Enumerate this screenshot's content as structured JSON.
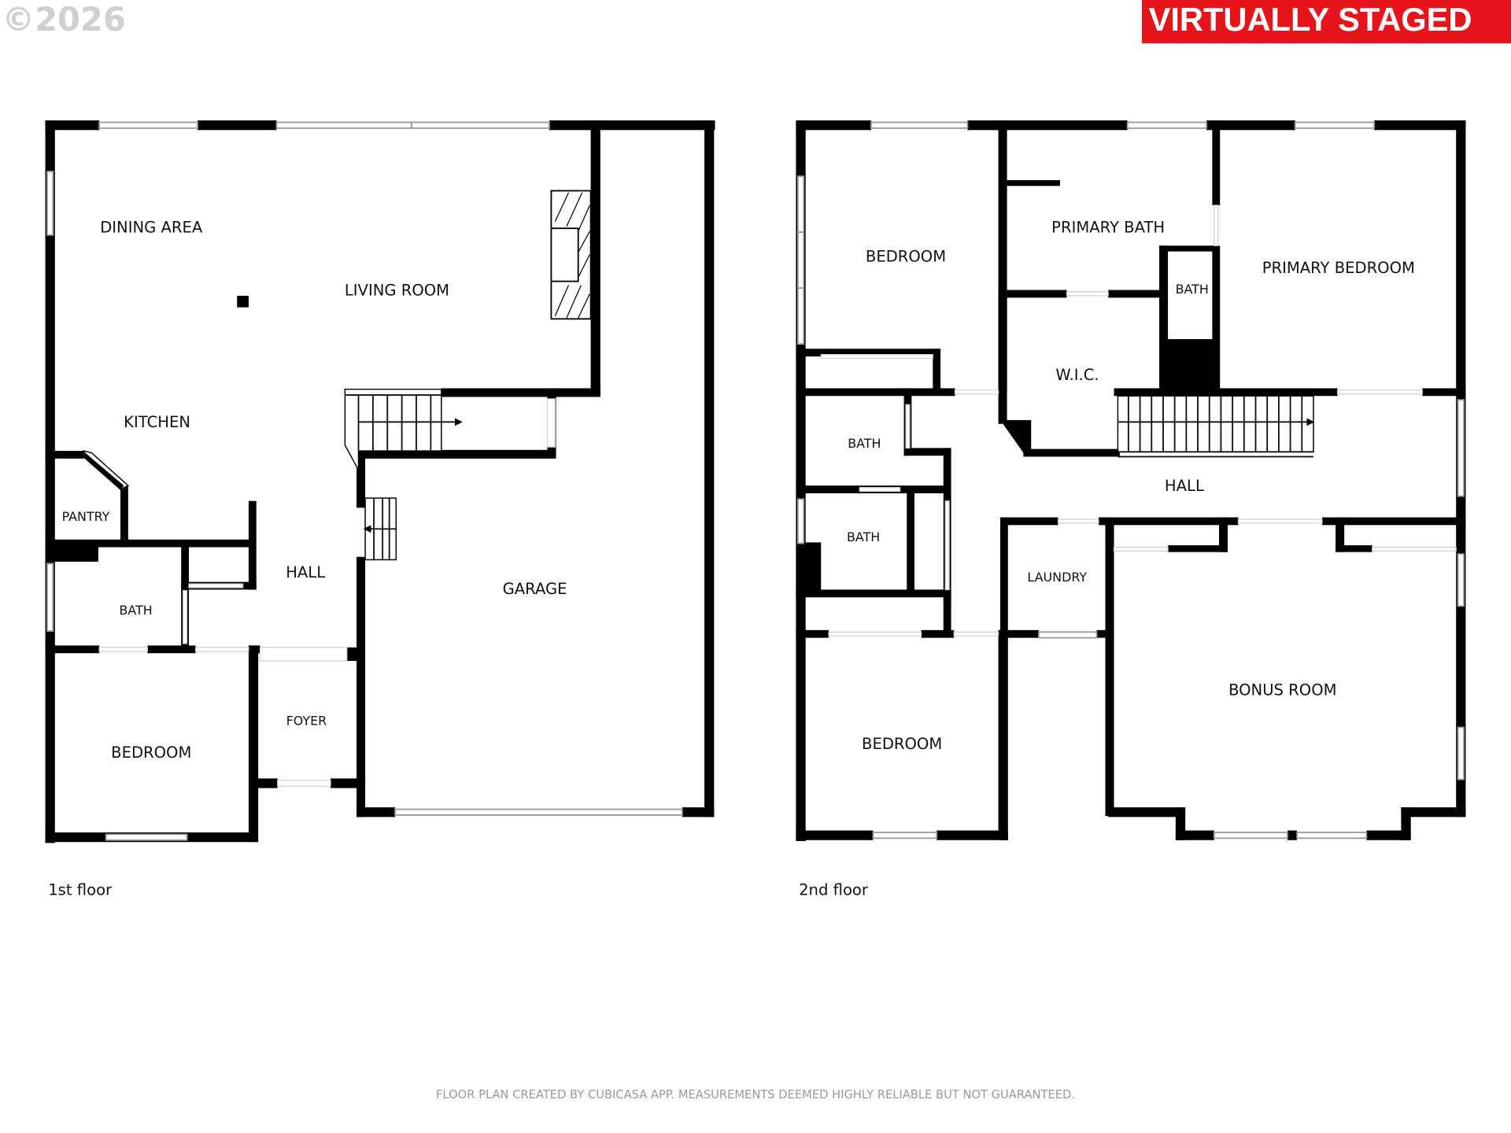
{
  "watermark": {
    "copyright": "©2026"
  },
  "badge": {
    "text": "VIRTUALLY STAGED",
    "color": "#e8141b"
  },
  "floor1": {
    "label": "1st floor",
    "rooms": {
      "dining": "DINING AREA",
      "living": "LIVING ROOM",
      "kitchen": "KITCHEN",
      "pantry": "PANTRY",
      "hall": "HALL",
      "garage": "GARAGE",
      "bath": "BATH",
      "foyer": "FOYER",
      "bedroom": "BEDROOM"
    }
  },
  "floor2": {
    "label": "2nd floor",
    "rooms": {
      "bedroom_nw": "BEDROOM",
      "primary_bath": "PRIMARY BATH",
      "primary_bedroom": "PRIMARY BEDROOM",
      "bath_small": "BATH",
      "wic": "W.I.C.",
      "bath_1": "BATH",
      "hall": "HALL",
      "bath_2": "BATH",
      "laundry": "LAUNDRY",
      "bonus": "BONUS ROOM",
      "bedroom_sw": "BEDROOM"
    }
  },
  "footer": {
    "text": "FLOOR PLAN CREATED BY CUBICASA APP. MEASUREMENTS DEEMED HIGHLY RELIABLE BUT NOT GUARANTEED."
  }
}
